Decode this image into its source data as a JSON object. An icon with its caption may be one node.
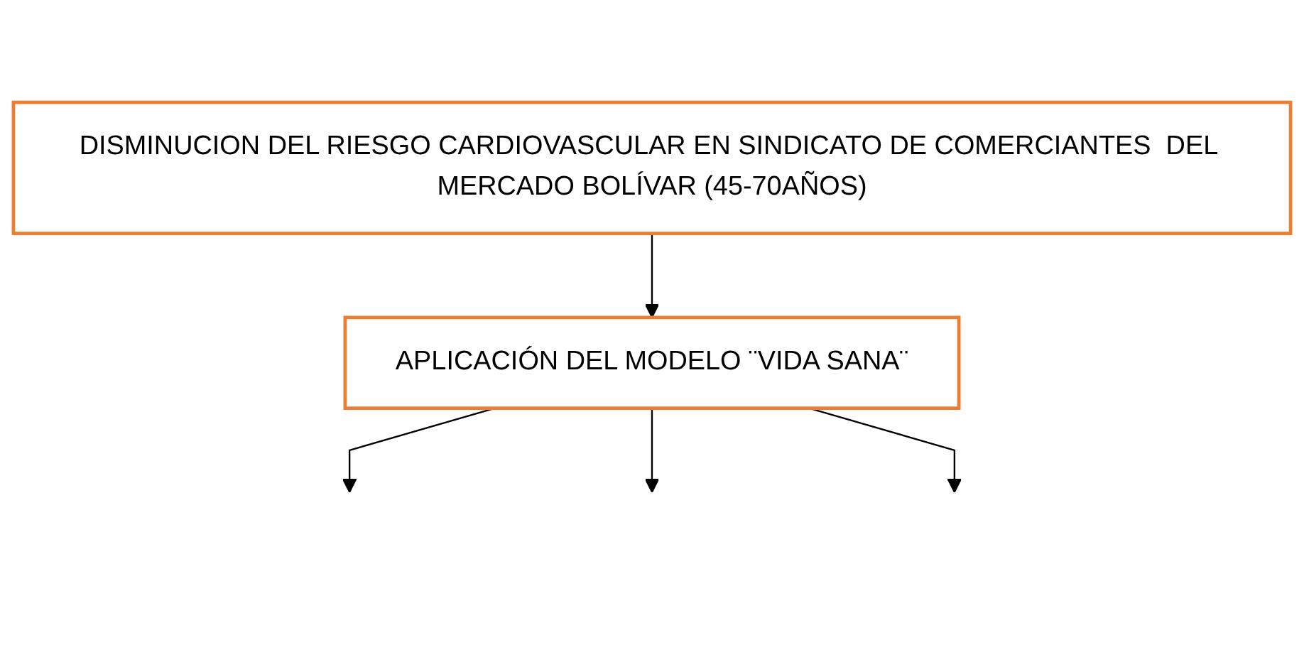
{
  "diagram": {
    "nodes": [
      {
        "text": [
          "DISMINUCION DEL RIESGO CARDIOVASCULAR EN SINDICATO DE COMERCIANTES  DEL MERCADO BOLÍVAR (45-70AÑOS)"
        ]
      },
      {
        "text": [
          "APLICACIÓN DEL MODELO ¨VIDA SANA¨"
        ]
      }
    ],
    "edges": [
      {
        "from": 0,
        "to": 1,
        "arrow": "to"
      },
      {
        "from": 1,
        "to": null,
        "arrow": "to"
      },
      {
        "from": 1,
        "to": null,
        "arrow": "to"
      },
      {
        "from": 1,
        "to": null,
        "arrow": "to"
      }
    ]
  }
}
